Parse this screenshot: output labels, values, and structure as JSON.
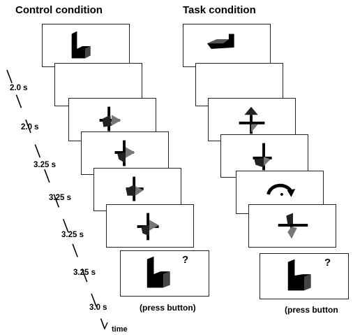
{
  "titles": {
    "control": "Control condition",
    "task": "Task condition"
  },
  "timeline": {
    "durations": [
      "2.0 s",
      "2.0 s",
      "3.25 s",
      "3.25 s",
      "3.25 s",
      "3.25 s",
      "3.0 s"
    ],
    "axis_label": "time"
  },
  "control": {
    "question_mark": "?",
    "response": "(press button)"
  },
  "task": {
    "question_mark": "?",
    "response": "(press button"
  },
  "icons": [
    "l-shape-object-icon",
    "arrow-icon",
    "rotation-arrow-icon",
    "question-mark"
  ]
}
